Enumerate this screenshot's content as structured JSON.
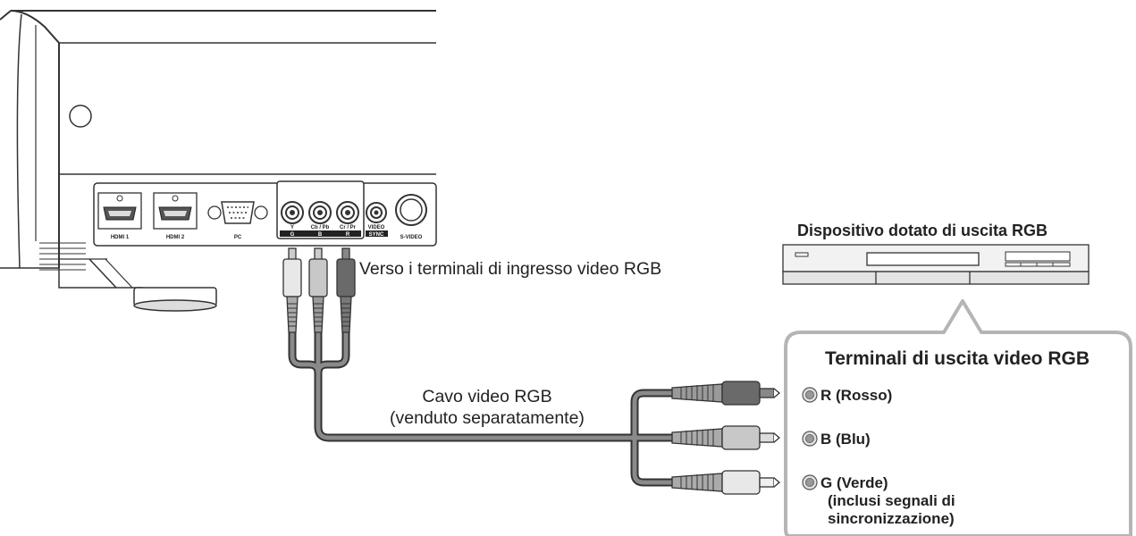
{
  "projector": {
    "ports": {
      "hdmi1": "HDMI 1",
      "hdmi2": "HDMI 2",
      "pc": "PC",
      "y": "Y",
      "cb": "Cb / Pb",
      "cr": "Cr / Pr",
      "g": "G",
      "b": "B",
      "r": "R",
      "video": "VIDEO",
      "sync": "SYNC",
      "svideo": "S-VIDEO"
    }
  },
  "labels": {
    "input_terminals": "Verso i terminali di ingresso video RGB",
    "cable_line1": "Cavo video RGB",
    "cable_line2": "(venduto separatamente)",
    "device_title": "Dispositivo dotato di uscita RGB",
    "output_title": "Terminali di uscita video RGB"
  },
  "outputs": {
    "r": "R (Rosso)",
    "b": "B (Blu)",
    "g": "G (Verde)",
    "g_note_line1": "(inclusi segnali di",
    "g_note_line2": "sincronizzazione)"
  },
  "colors": {
    "outline": "#333333",
    "cable": "#8a8a8a",
    "plug_light": "#e8e8e8",
    "plug_mid": "#c8c8c8",
    "plug_dark": "#6a6a6a",
    "callout_border": "#b5b5b5"
  }
}
